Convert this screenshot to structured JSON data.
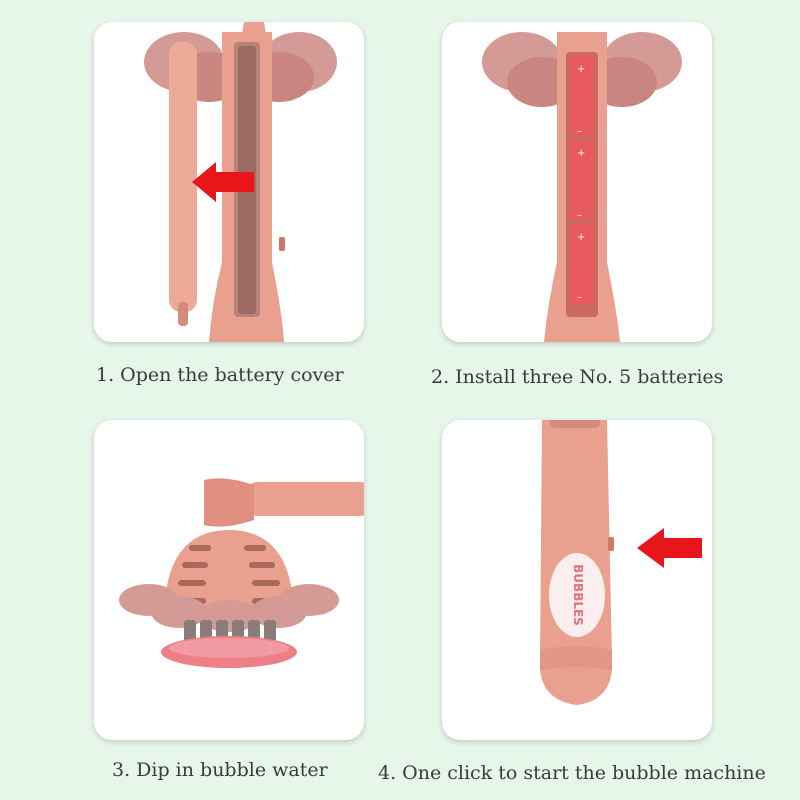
{
  "colors": {
    "background": "#e6f7ea",
    "body_pink": "#e9a08f",
    "dark_pink": "#c9786b",
    "flower_pink": "#d49a96",
    "arrow_red": "#e8151b",
    "battery_red": "#e85a5e"
  },
  "steps": [
    {
      "caption": "1. Open the battery cover"
    },
    {
      "caption": "2. Install three No. 5 batteries"
    },
    {
      "caption": "3. Dip in bubble water"
    },
    {
      "caption": "4. One click to start the bubble machine"
    }
  ],
  "battery_labels": {
    "plus": "+",
    "minus": "–"
  },
  "logo_text": "BUBBLES"
}
